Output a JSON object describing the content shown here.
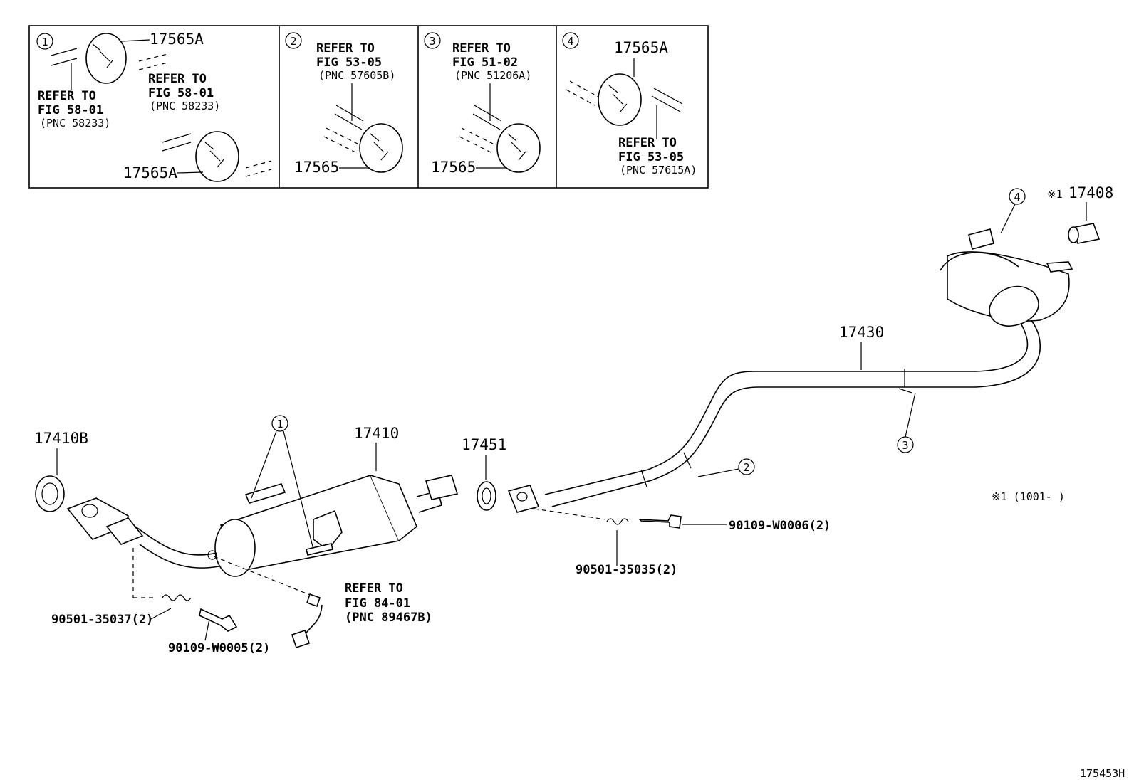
{
  "insets": [
    {
      "number": "1",
      "parts": [
        "17565A",
        "17565A"
      ],
      "refs": [
        {
          "line1": "REFER TO",
          "line2": "FIG 58-01",
          "line3": "(PNC 58233)"
        },
        {
          "line1": "REFER TO",
          "line2": "FIG 58-01",
          "line3": "(PNC 58233)"
        }
      ]
    },
    {
      "number": "2",
      "parts": [
        "17565"
      ],
      "refs": [
        {
          "line1": "REFER TO",
          "line2": "FIG 53-05",
          "line3": "(PNC 57605B)"
        }
      ]
    },
    {
      "number": "3",
      "parts": [
        "17565"
      ],
      "refs": [
        {
          "line1": "REFER TO",
          "line2": "FIG 51-02",
          "line3": "(PNC 51206A)"
        }
      ]
    },
    {
      "number": "4",
      "parts": [
        "17565A"
      ],
      "refs": [
        {
          "line1": "REFER TO",
          "line2": "FIG 53-05",
          "line3": "(PNC 57615A)"
        }
      ]
    }
  ],
  "main": {
    "part_17410B": "17410B",
    "part_17410": "17410",
    "part_17451": "17451",
    "part_17430": "17430",
    "part_17408": "17408",
    "mark_17408": "※1",
    "callout_1": "1",
    "callout_2": "2",
    "callout_3": "3",
    "callout_4": "4",
    "bolt_front": "90109-W0005(2)",
    "spring_front": "90501-35037(2)",
    "bolt_center": "90109-W0006(2)",
    "spring_center": "90501-35035(2)",
    "sensor_ref": {
      "line1": "REFER TO",
      "line2": "FIG 84-01",
      "line3": "(PNC 89467B)"
    },
    "footnote": "※1 (1001-     )",
    "figure_id": "175453H"
  }
}
